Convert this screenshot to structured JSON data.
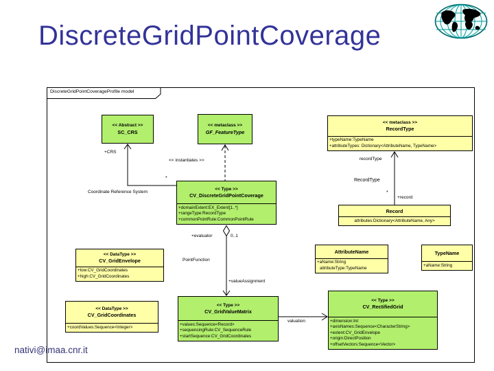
{
  "slide": {
    "title": "DiscreteGridPointCoverage",
    "footer": "nativi@imaa.cnr.it"
  },
  "frame": {
    "label": "DiscreteGridPointCoverageProfile model"
  },
  "classes": [
    {
      "id": "sc-crs",
      "stereotype": "<< Abstract >>",
      "name": "SC_CRS",
      "fill": "green",
      "attributes": []
    },
    {
      "id": "gf-featuretype",
      "stereotype": "<< metaclass >>",
      "name": "GF_FeatureType",
      "fill": "green",
      "attributes": []
    },
    {
      "id": "recordtype",
      "stereotype": "<< metaclass >>",
      "name": "RecordType",
      "fill": "yellow",
      "attributes": [
        "+typeName:TypeName",
        "+attributeTypes: Dictionary<AttributeName, TypeName>"
      ]
    },
    {
      "id": "cv-discretegridpointcoverage",
      "stereotype": "<< Type >>",
      "name": "CV_DiscreteGridPointCoverage",
      "fill": "green",
      "attributes": [
        "+domainExtent:EX_Extent[1..*]",
        "+rangeType:RecordType",
        "+commonPointRule:CommonPointRule"
      ]
    },
    {
      "id": "record",
      "name": "Record",
      "fill": "yellow",
      "attributes": [
        "attributes:Dictionary<AttributeName, Any>"
      ]
    },
    {
      "id": "cv-gridenvelope",
      "stereotype": "<< DataType >>",
      "name": "CV_GridEnvelope",
      "fill": "yellow",
      "attributes": [
        "+low:CV_GridCoordinates",
        "+high:CV_GridCoordinates"
      ]
    },
    {
      "id": "attributename",
      "name": "AttributeName",
      "fill": "yellow",
      "attributes": [
        "+aName:String",
        "attributeType:TypeName"
      ]
    },
    {
      "id": "typename",
      "name": "TypeName",
      "fill": "yellow",
      "attributes": [
        "+aName:String"
      ]
    },
    {
      "id": "cv-gridvaluematrix",
      "stereotype": "<< Type >>",
      "name": "CV_GridValueMatrix",
      "fill": "green",
      "attributes": [
        "+values:Sequence<Record>",
        "+sequencingRule:CV_SequenceRule",
        "+startSequence:CV_GridCoordinates"
      ]
    },
    {
      "id": "cv-gridcoordinates",
      "stereotype": "<< DataType >>",
      "name": "CV_GridCoordinates",
      "fill": "yellow",
      "attributes": [
        "+coordValues:Sequence<Integer>"
      ]
    },
    {
      "id": "cv-rectifiedgrid",
      "stereotype": "<< Type >>",
      "name": "CV_RectifiedGrid",
      "fill": "green",
      "attributes": [
        "+dimension:Int",
        "+axisNames:Sequence<CharacterString>",
        "+extent:CV_GridEnvelope",
        "+origin:DirectPosition",
        "+offsetVectors:Sequence<Vector>"
      ]
    }
  ],
  "edge_labels": {
    "crs_role": "+CRS",
    "crs_mult": "*",
    "crs_name": "Coordinate Reference System",
    "instantiates": "<< instantiates >>",
    "recordtype_role_top": "recordType",
    "recordtype_name": "RecordType",
    "record_mult": "*",
    "record_role": "+record",
    "evaluator_role": "+evaluator",
    "evaluator_mult": "0..1",
    "pointfunction_name": "PointFunction",
    "valueassignment_role": "+valueAssignment",
    "valuation_name": "valuation"
  },
  "colors": {
    "green": "#b2ef6d",
    "yellow": "#ffffa8",
    "title_blue": "#333399",
    "footer_blue": "#333377",
    "line": "#000000",
    "globe_teal": "#009999"
  }
}
